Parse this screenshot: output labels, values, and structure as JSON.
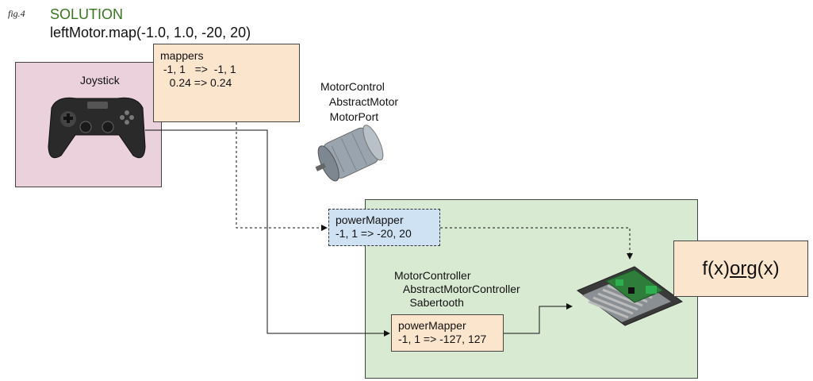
{
  "fig_label": "fig.4",
  "title": "SOLUTION",
  "code_line": "leftMotor.map(-1.0, 1.0, -20, 20)",
  "joystick": {
    "label": "Joystick"
  },
  "mappers": {
    "title": "mappers",
    "lines": [
      " -1, 1   =>  -1, 1",
      "   0.24 => 0.24"
    ]
  },
  "motor_hierarchy": [
    "MotorControl",
    "   AbstractMotor",
    "   MotorPort"
  ],
  "power_mapper_dashed": {
    "title": "powerMapper",
    "mapping": "-1, 1 => -20, 20"
  },
  "motor_controller_hierarchy": [
    "MotorController",
    "   AbstractMotorController",
    "     Sabertooth"
  ],
  "power_mapper_solid": {
    "title": "powerMapper",
    "mapping": "-1, 1 => -127, 127"
  },
  "function_box": {
    "f": "f(x)",
    "or": "or",
    "g": "g(x)"
  },
  "colors": {
    "title_green": "#38761d",
    "joystick_bg": "#ead1dc",
    "mapper_bg": "#fce5cd",
    "controller_region_bg": "#d9ead3",
    "power_mapper_blue_bg": "#cfe2f3"
  },
  "icons": [
    "gamepad-icon",
    "dc-motor-icon",
    "motor-controller-board-icon"
  ]
}
